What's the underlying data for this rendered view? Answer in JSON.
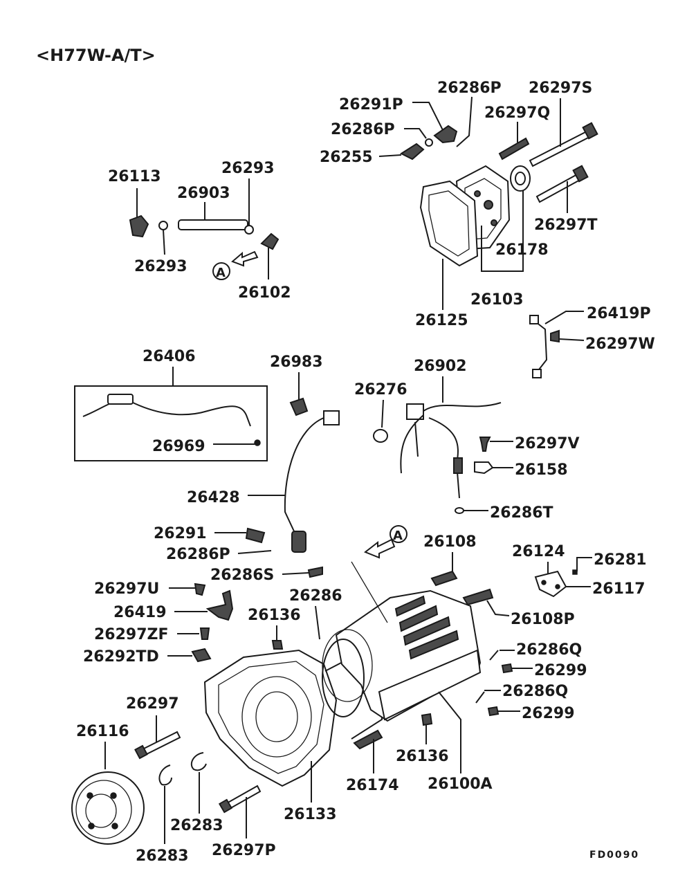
{
  "title": "<H77W-A/T>",
  "figure_code": "FD0090",
  "labels": {
    "p26286P_top": "26286P",
    "p26297S": "26297S",
    "p26291P_top": "26291P",
    "p26297Q": "26297Q",
    "p26286P_mid": "26286P",
    "p26255": "26255",
    "p26297T": "26297T",
    "p26178": "26178",
    "p26103": "26103",
    "p26125": "26125",
    "p26419P": "26419P",
    "p26297W": "26297W",
    "p26113": "26113",
    "p26903": "26903",
    "p26293_top": "26293",
    "p26293_bottom": "26293",
    "p26102": "26102",
    "p26406": "26406",
    "p26969": "26969",
    "p26983": "26983",
    "p26902": "26902",
    "p26276": "26276",
    "p26297V": "26297V",
    "p26158": "26158",
    "p26286T": "26286T",
    "p26428": "26428",
    "p26291": "26291",
    "p26286P_low": "26286P",
    "p26286S": "26286S",
    "p26297U": "26297U",
    "p26419": "26419",
    "p26297ZF": "26297ZF",
    "p26292TD": "26292TD",
    "p26136_a": "26136",
    "p26286": "26286",
    "p26108": "26108",
    "p26124": "26124",
    "p26281": "26281",
    "p26117": "26117",
    "p26108P": "26108P",
    "p26286Q_a": "26286Q",
    "p26299_a": "26299",
    "p26286Q_b": "26286Q",
    "p26299_b": "26299",
    "p26297": "26297",
    "p26116": "26116",
    "p26136_b": "26136",
    "p26100A": "26100A",
    "p26174": "26174",
    "p26133": "26133",
    "p26283_a": "26283",
    "p26283_b": "26283",
    "p26297P": "26297P"
  },
  "callouts": {
    "a1": "A",
    "a2": "A"
  }
}
